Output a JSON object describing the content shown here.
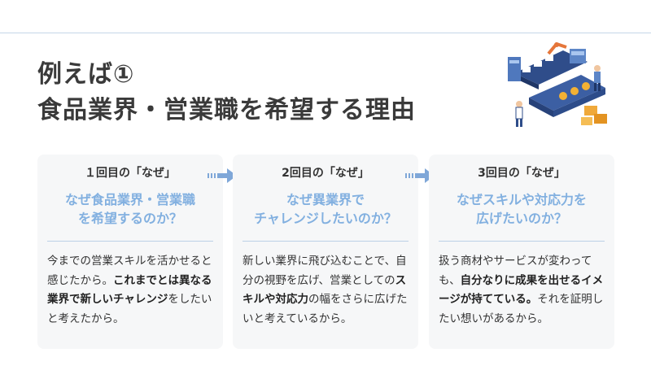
{
  "title": {
    "line1": "例えば①",
    "line2": "食品業界・営業職を希望する理由"
  },
  "cards": [
    {
      "head": "１回目の「なぜ」",
      "question_lines": [
        "なぜ食品業界・営業職",
        "を希望するのか？"
      ],
      "body": [
        {
          "text": "今までの営業スキルを活か",
          "bold": false
        },
        {
          "text": "せると感じたから。",
          "bold": false
        },
        {
          "text": "これま",
          "bold": true
        },
        {
          "text": "でとは異なる業界で新しい",
          "bold": true
        },
        {
          "text": "チャレンジ",
          "bold": true
        },
        {
          "text": "をしたいと考え",
          "bold": false
        },
        {
          "text": "たから。",
          "bold": false
        }
      ]
    },
    {
      "head": "2回目の「なぜ」",
      "question_lines": [
        "なぜ異業界で",
        "チャレンジしたいのか？"
      ],
      "body": [
        {
          "text": "新しい業界に飛び込むこと",
          "bold": false
        },
        {
          "text": "で、自分の視野を広げ、営",
          "bold": false
        },
        {
          "text": "業としての",
          "bold": false
        },
        {
          "text": "スキルや対応力",
          "bold": true
        },
        {
          "text": "の幅をさらに広げたいと考",
          "bold": false
        },
        {
          "text": "えているから。",
          "bold": false
        }
      ]
    },
    {
      "head": "3回目の「なぜ」",
      "question_lines": [
        "なぜスキルや対応力を",
        "広げたいのか？"
      ],
      "body": [
        {
          "text": "扱う商材やサービスが変わ",
          "bold": false
        },
        {
          "text": "っても、",
          "bold": false
        },
        {
          "text": "自分なりに成果を",
          "bold": true
        },
        {
          "text": "出せるイメージが持ててい",
          "bold": true
        },
        {
          "text": "る。",
          "bold": true
        },
        {
          "text": "それを証明したい想い",
          "bold": false
        },
        {
          "text": "があるから。",
          "bold": false
        }
      ]
    }
  ],
  "colors": {
    "accent": "#82b0e0",
    "card_bg": "#f6f7f8",
    "arrow": "#7fa7d8"
  },
  "icons": [
    "double-arrow-right-icon",
    "factory-illustration"
  ]
}
